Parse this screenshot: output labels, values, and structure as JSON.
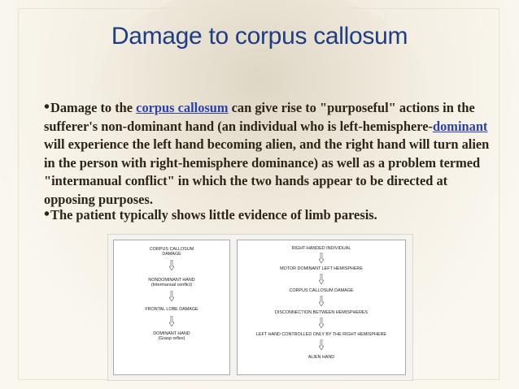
{
  "title": "Damage to corpus callosum",
  "paragraph1": {
    "bullet": "•",
    "part1": "Damage to the ",
    "link1": "corpus callosum",
    "part2": " can give rise to \"purposeful\" actions in the sufferer's non-dominant hand (an individual who is left-hemisphere-",
    "link2": "dominant",
    "part3": " will experience the left hand becoming alien, and the right hand will turn alien in the person with right-hemisphere dominance) as well as a problem termed \"intermanual conflict\" in which the two hands appear to be directed at opposing purposes."
  },
  "paragraph2": {
    "bullet": "•",
    "text": "The patient typically shows little evidence of limb paresis."
  },
  "diagram": {
    "left_flow": [
      {
        "line1": "CORPUS CALLOSUM",
        "line2": "DAMAGE"
      },
      {
        "line1": "NONDOMINANT HAND",
        "line2": "(Intermanual conflict)"
      },
      {
        "line1": "FRONTAL LOBE DAMAGE",
        "line2": ""
      },
      {
        "line1": "DOMINANT HAND",
        "line2": "(Grasp reflex)"
      }
    ],
    "right_flow": [
      {
        "line1": "RIGHT-HANDED INDIVIDUAL"
      },
      {
        "line1": "MOTOR DOMINANT LEFT HEMISPHERE"
      },
      {
        "line1": "CORPUS CALLOSUM DAMAGE"
      },
      {
        "line1": "DISCONNECTION BETWEEN HEMISPHERES"
      },
      {
        "line1": "LEFT HAND CONTROLLED ONLY BY THE RIGHT HEMISPHERE"
      },
      {
        "line1": "ALIEN HAND"
      }
    ]
  }
}
